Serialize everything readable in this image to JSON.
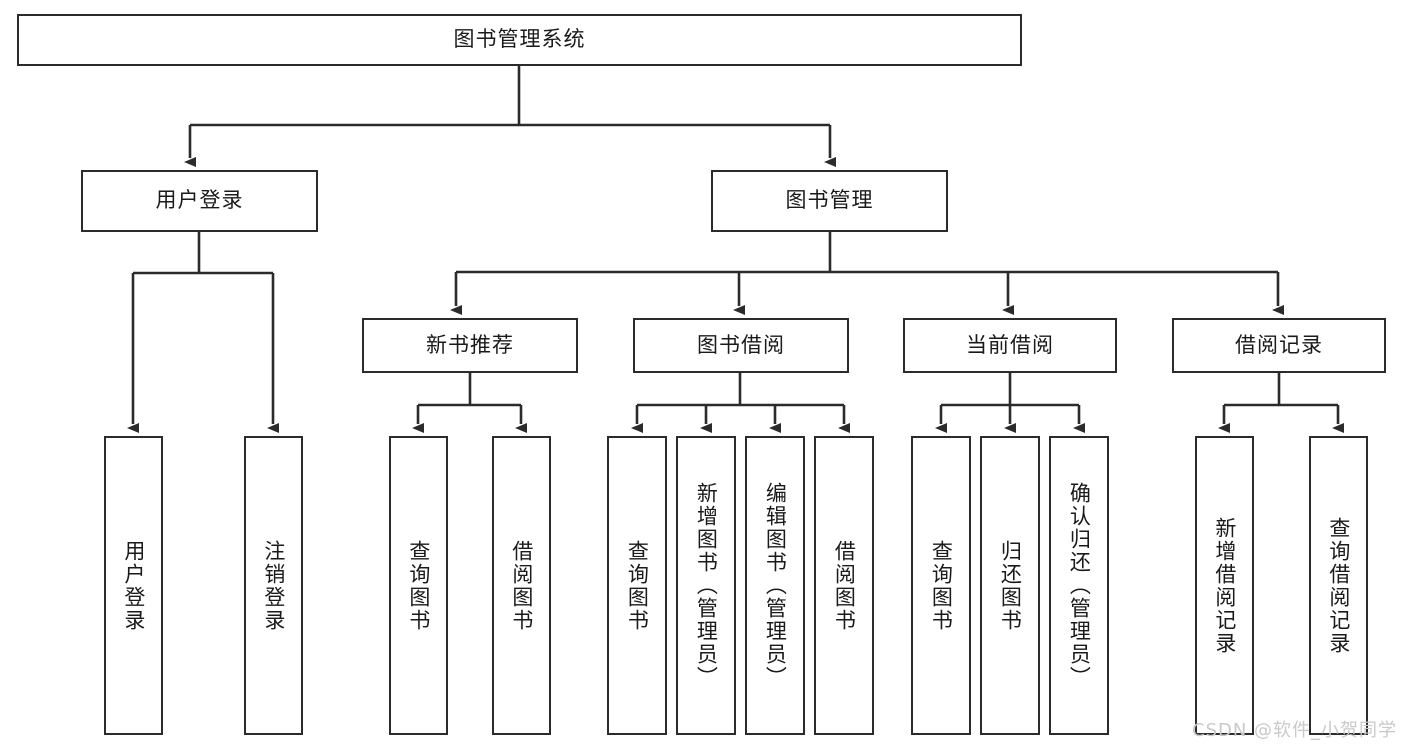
{
  "diagram": {
    "title": "图书管理系统",
    "type": "tree",
    "watermark": "CSDN @软件_小贺同学",
    "colors": {
      "box_border": "#2b2b2b",
      "box_fill": "#ffffff",
      "edge": "#2b2b2b",
      "text": "#1a1a1a",
      "watermark": "#c9c9c9",
      "background": "#ffffff"
    },
    "root": {
      "label": "图书管理系统"
    },
    "level2": [
      {
        "label": "用户登录"
      },
      {
        "label": "图书管理"
      }
    ],
    "level3": [
      {
        "label": "新书推荐"
      },
      {
        "label": "图书借阅"
      },
      {
        "label": "当前借阅"
      },
      {
        "label": "借阅记录"
      }
    ],
    "leaves": {
      "user_login": [
        {
          "label": "用户登录"
        },
        {
          "label": "注销登录"
        }
      ],
      "new_book": [
        {
          "label": "查询图书"
        },
        {
          "label": "借阅图书"
        }
      ],
      "book_borrow": [
        {
          "label": "查询图书"
        },
        {
          "label": "新增图书（管理员）"
        },
        {
          "label": "编辑图书（管理员）"
        },
        {
          "label": "借阅图书"
        }
      ],
      "current_borrow": [
        {
          "label": "查询图书"
        },
        {
          "label": "归还图书"
        },
        {
          "label": "确认归还（管理员）"
        }
      ],
      "borrow_record": [
        {
          "label": "新增借阅记录"
        },
        {
          "label": "查询借阅记录"
        }
      ]
    }
  }
}
